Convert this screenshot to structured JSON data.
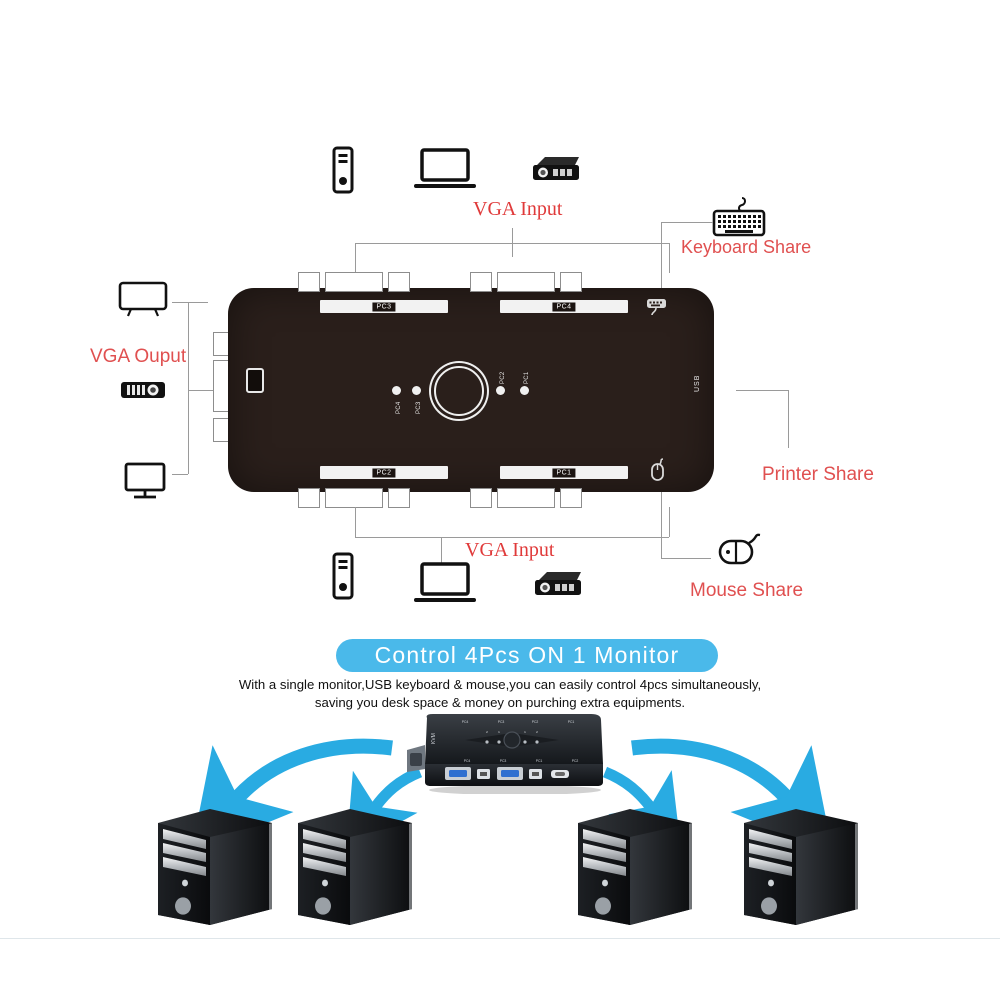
{
  "page": {
    "kind": "product-infographic",
    "background": "#ffffff",
    "accent_red": "#e03a3a",
    "accent_cyan": "#29abe2",
    "banner_blue": "#4ab9ea",
    "device_body": "#2a1f1b"
  },
  "diagram": {
    "labels": {
      "vga_input_top": "VGA Input",
      "vga_input_bottom": "VGA Input",
      "vga_output": "VGA Ouput",
      "keyboard_share": "Keyboard  Share",
      "printer_share": "Printer Share",
      "mouse_share": "Mouse Share"
    },
    "device": {
      "port_labels_top": [
        "PC3",
        "PC4"
      ],
      "port_labels_bottom": [
        "PC2",
        "PC1"
      ],
      "side_label": "USB",
      "leds": [
        {
          "name": "PC4"
        },
        {
          "name": "PC3"
        },
        {
          "name": "PC2"
        },
        {
          "name": "PC1"
        }
      ]
    },
    "source_devices_top": [
      "tower-pc-icon",
      "laptop-icon",
      "dvr-icon"
    ],
    "source_devices_bottom": [
      "tower-pc-icon",
      "laptop-icon",
      "dvr-icon"
    ],
    "output_devices": [
      "monitor-wide-icon",
      "projector-icon",
      "monitor-icon"
    ],
    "peripherals": [
      "keyboard-icon",
      "mouse-icon"
    ]
  },
  "headline": {
    "banner_text": "Control 4Pcs ON 1 Monitor",
    "subtitle_line1": "With a single monitor,USB keyboard & mouse,you can easily control 4pcs simultaneously,",
    "subtitle_line2": "saving you desk space & money on purching extra equipments."
  },
  "bottom_scene": {
    "switch_alt": "kvm-switch-product-photo",
    "arrow_count": 4,
    "towers": [
      {
        "name": "pc-tower-1"
      },
      {
        "name": "pc-tower-2"
      },
      {
        "name": "pc-tower-3"
      },
      {
        "name": "pc-tower-4"
      }
    ]
  }
}
